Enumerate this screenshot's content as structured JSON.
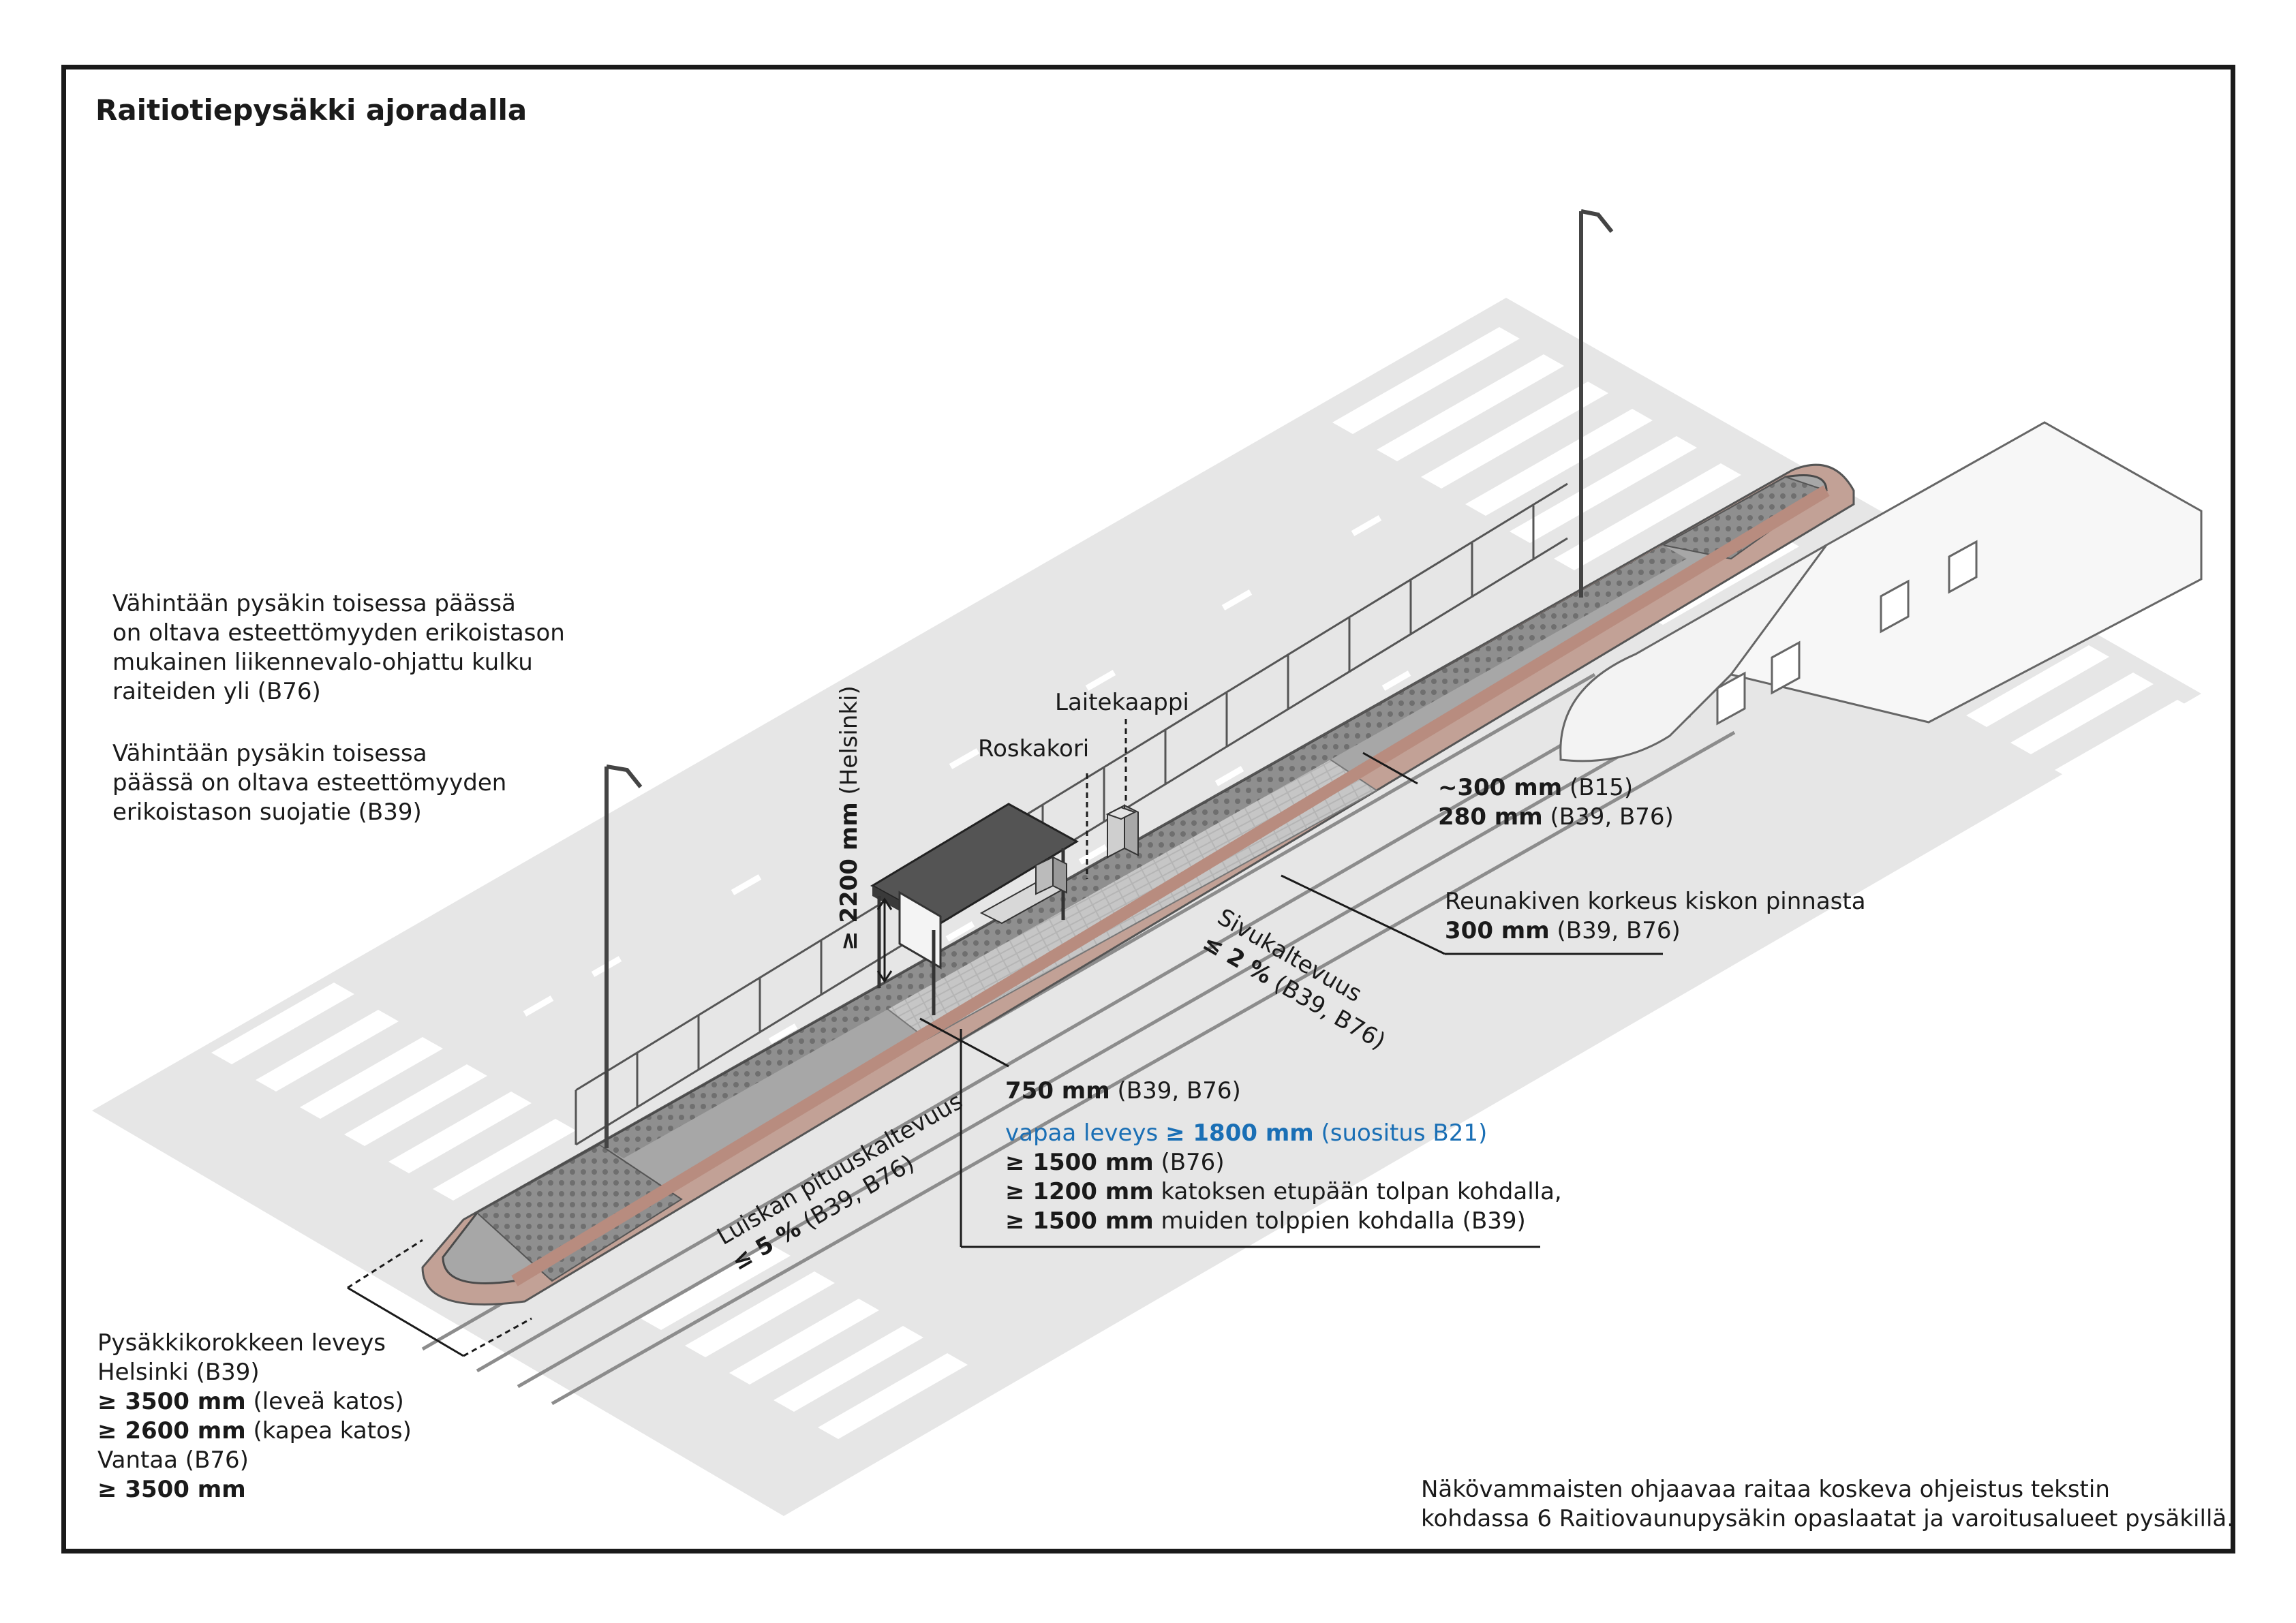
{
  "title": "Raitiotiepysäkki ajoradalla",
  "labels": {
    "laitekaappi": "Laitekaappi",
    "roskakori": "Roskakori",
    "height": "≥ 2200 mm",
    "height_note": "(Helsinki)"
  },
  "notes": {
    "crossing_signal": [
      "Vähintään pysäkin toisessa päässä",
      "on oltava esteettömyyden erikoistason",
      "mukainen liikennevalo-ohjattu kulku",
      "raiteiden yli (B76)"
    ],
    "crossing_zebra": [
      "Vähintään pysäkin toisessa",
      "päässä on oltava esteettömyyden",
      "erikoistason suojatie (B39)"
    ]
  },
  "dims": {
    "gap": {
      "a_bold": "~300 mm",
      "a_rest": " (B15)",
      "b_bold": "280 mm",
      "b_rest": " (B39, B76)"
    },
    "curb": {
      "line1": "Reunakiven korkeus kiskon pinnasta",
      "bold": "300 mm",
      "rest": " (B39, B76)"
    },
    "side_slope": {
      "line1": "Sivukaltevuus",
      "bold": "≤ 2 %",
      "rest": " (B39, B76)"
    },
    "ramp": {
      "line1": "Luiskan pituuskaltevuus",
      "bold": "≤ 5 %",
      "rest": " (B39, B76)"
    },
    "edge": {
      "bold": "750 mm",
      "rest": " (B39, B76)"
    },
    "free_width": {
      "blue_pre": "vapaa leveys ",
      "blue_bold": "≥ 1800 mm",
      "blue_post": " (suositus B21)",
      "r1_bold": "≥ 1500 mm",
      "r1_rest": " (B76)",
      "r2_bold": "≥ 1200 mm",
      "r2_rest": " katoksen etupään tolpan kohdalla,",
      "r3_bold": "≥ 1500 mm",
      "r3_rest": " muiden tolppien kohdalla (B39)"
    },
    "platform_width": {
      "line1": "Pysäkkikorokkeen leveys",
      "line2": "Helsinki (B39)",
      "r1_bold": "≥ 3500 mm",
      "r1_rest": " (leveä katos)",
      "r2_bold": "≥ 2600 mm",
      "r2_rest": " (kapea katos)",
      "line5": "Vantaa (B76)",
      "r3_bold": "≥ 3500 mm"
    }
  },
  "footnote": [
    "Näkövammaisten ohjaavaa raitaa koskeva ohjeistus tekstin",
    "kohdassa 6 Raitiovaunupysäkin opaslaatat ja varoitusalueet pysäkillä."
  ],
  "colors": {
    "road": "#e6e6e6",
    "platform": "#a7a7a7",
    "curb": "#c2a196",
    "tactile": "#868686",
    "shelter_roof": "#545454",
    "accent_blue": "#1a6fb5"
  }
}
